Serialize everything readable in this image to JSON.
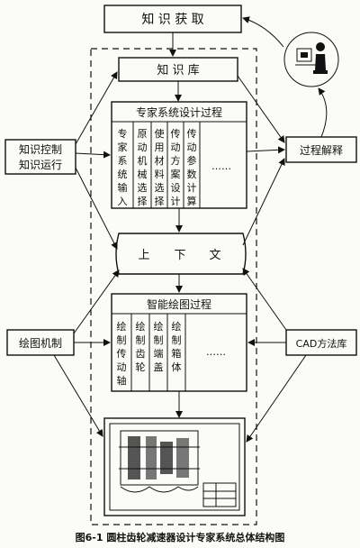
{
  "knowledge_acquisition": "知 识 获 取",
  "knowledge_base": "知 识 库",
  "design_process": {
    "title": "专家系统设计过程",
    "columns": [
      "专家系统输入",
      "原动机械选择",
      "使用材料选择",
      "传动方案设计",
      "传动参数计算"
    ],
    "more": "……"
  },
  "knowledge_control": [
    "知识控制",
    "知识运行"
  ],
  "process_explanation": "过程解释",
  "context": [
    "上",
    "下",
    "文"
  ],
  "drawing_process": {
    "title": "智能绘图过程",
    "columns": [
      "绘制传动轴",
      "绘制齿轮",
      "绘制端盖",
      "绘制箱体"
    ],
    "more": "……"
  },
  "drawing_mechanism": "绘图机制",
  "cad_library": "CAD方法库",
  "caption": "图6-1  圆柱齿轮减速器设计专家系统总体结构图"
}
